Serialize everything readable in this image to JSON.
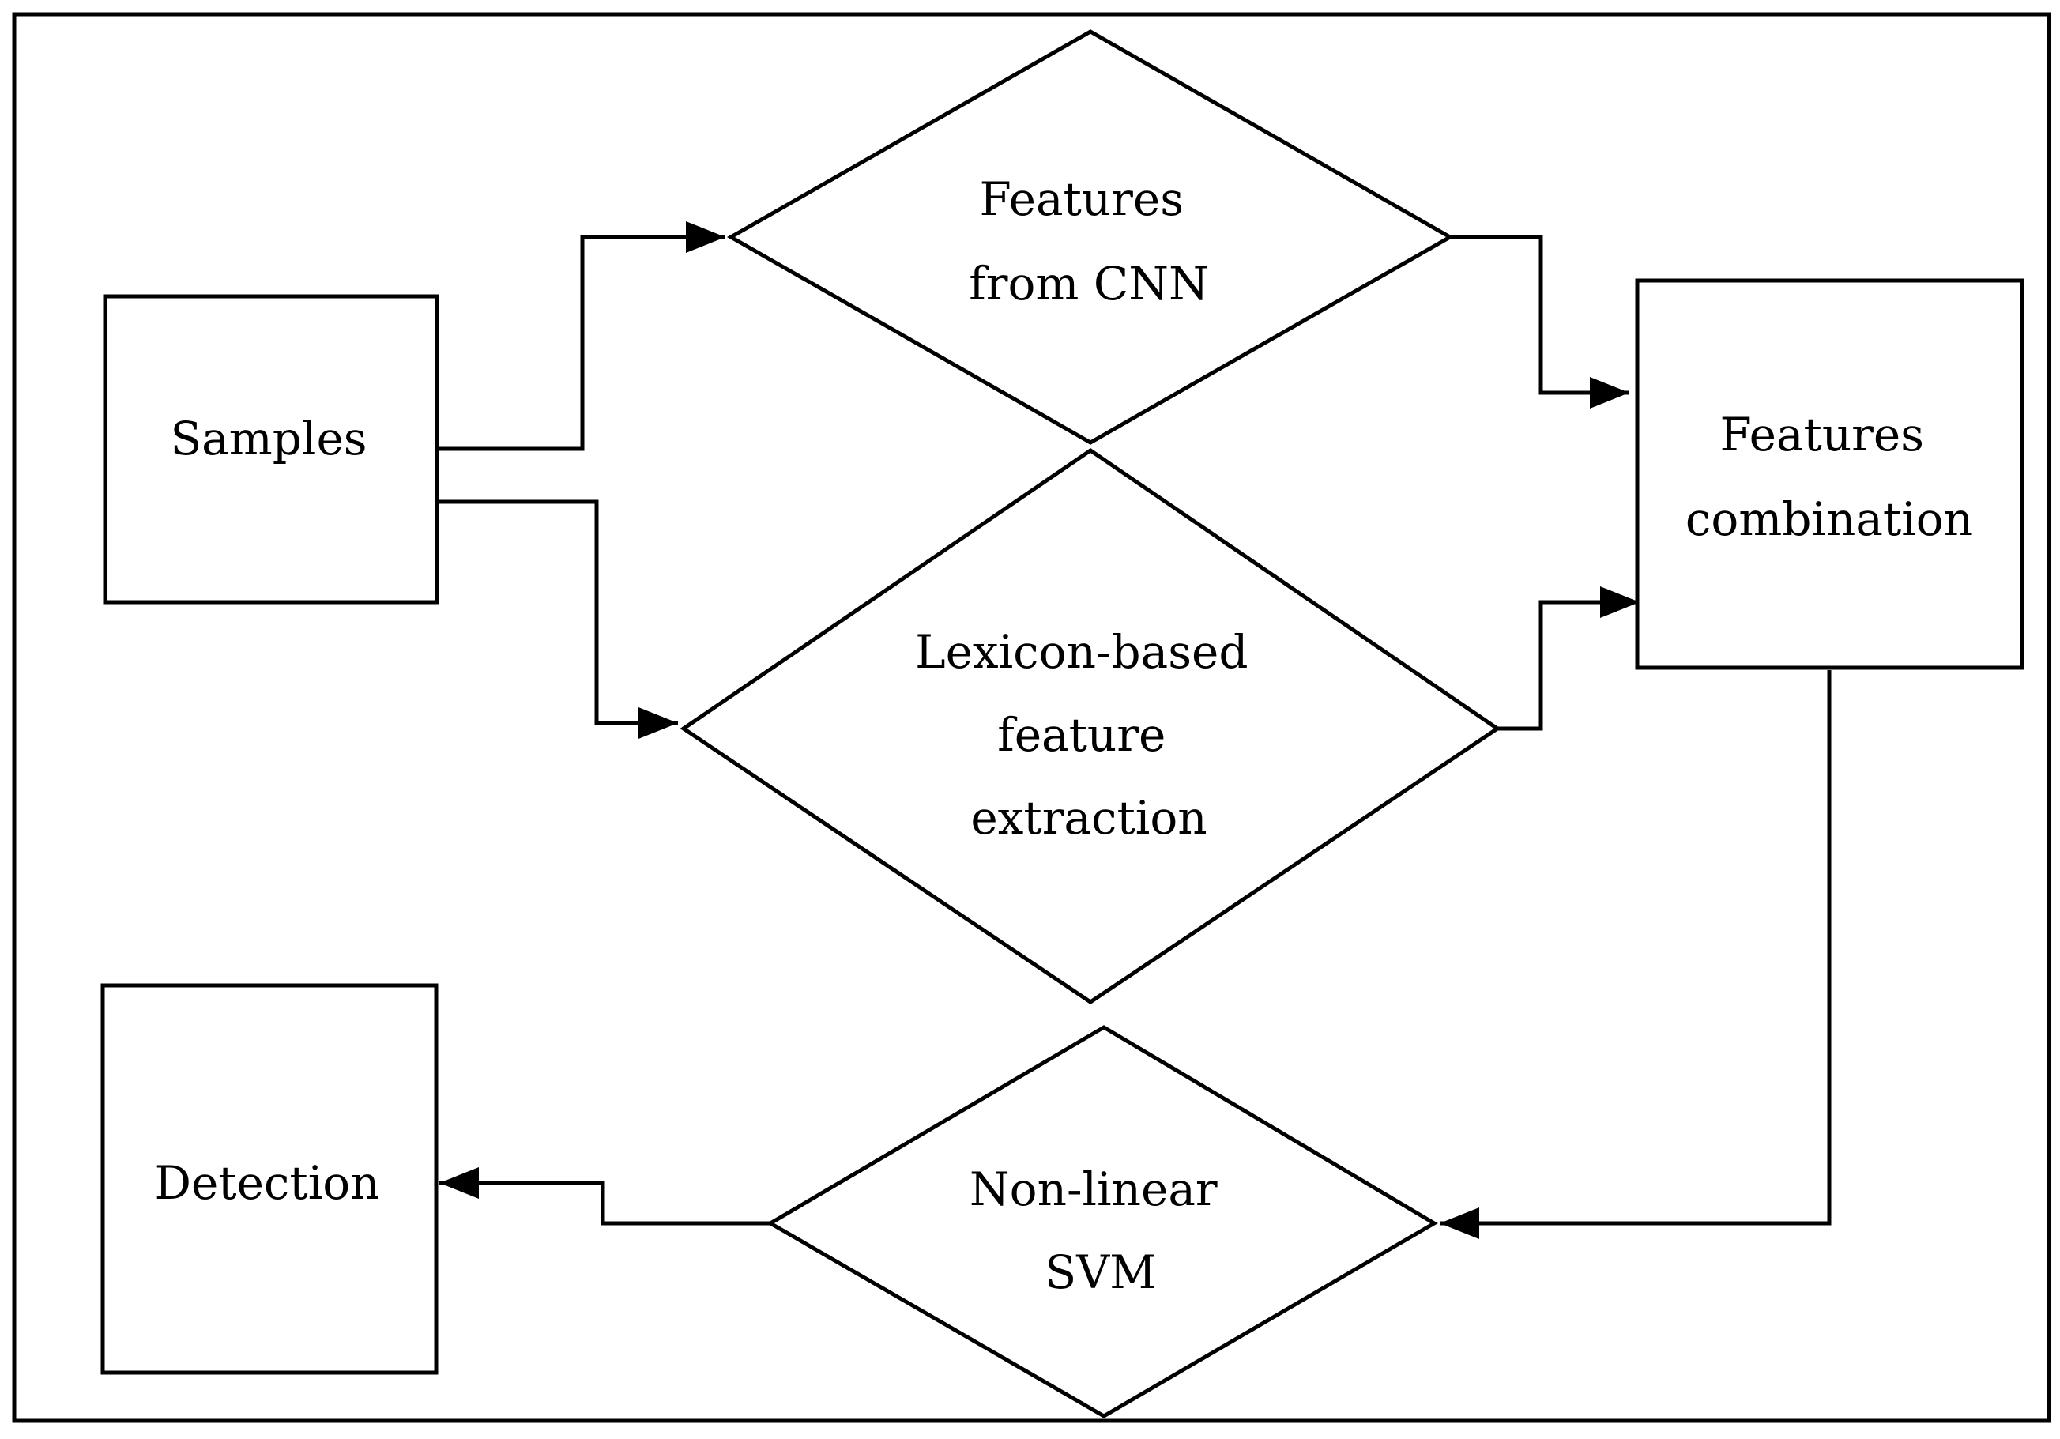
{
  "nodes": {
    "samples": {
      "lines": [
        "Samples"
      ]
    },
    "cnn": {
      "lines": [
        "Features",
        "from CNN"
      ]
    },
    "lexicon": {
      "lines": [
        "Lexicon-based",
        "feature",
        "extraction"
      ]
    },
    "combination": {
      "lines": [
        "Features",
        "combination"
      ]
    },
    "svm": {
      "lines": [
        "Non-linear",
        "SVM"
      ]
    },
    "detection": {
      "lines": [
        "Detection"
      ]
    }
  },
  "edges": [
    {
      "from": "samples",
      "to": "cnn"
    },
    {
      "from": "samples",
      "to": "lexicon"
    },
    {
      "from": "cnn",
      "to": "combination"
    },
    {
      "from": "lexicon",
      "to": "combination"
    },
    {
      "from": "combination",
      "to": "svm"
    },
    {
      "from": "svm",
      "to": "detection"
    }
  ]
}
